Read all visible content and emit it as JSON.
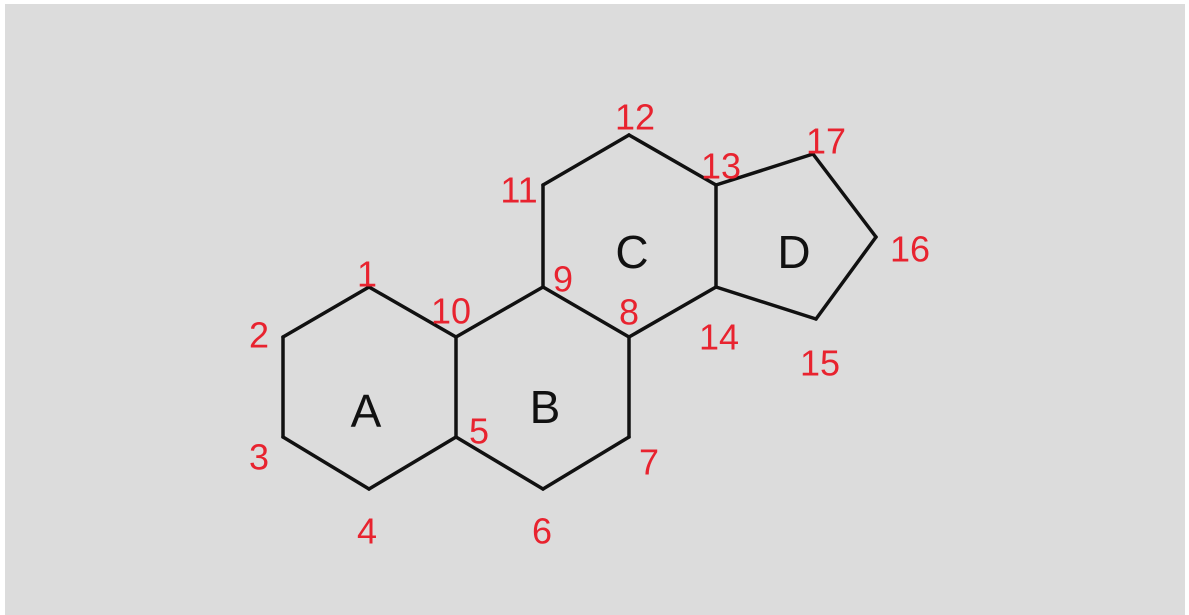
{
  "diagram": {
    "colors": {
      "background": "#dcdcdc",
      "bond": "#111111",
      "number": "#e8232f",
      "ring_label": "#111111"
    },
    "atoms": [
      {
        "id": "1",
        "label": "1"
      },
      {
        "id": "2",
        "label": "2"
      },
      {
        "id": "3",
        "label": "3"
      },
      {
        "id": "4",
        "label": "4"
      },
      {
        "id": "5",
        "label": "5"
      },
      {
        "id": "6",
        "label": "6"
      },
      {
        "id": "7",
        "label": "7"
      },
      {
        "id": "8",
        "label": "8"
      },
      {
        "id": "9",
        "label": "9"
      },
      {
        "id": "10",
        "label": "10"
      },
      {
        "id": "11",
        "label": "11"
      },
      {
        "id": "12",
        "label": "12"
      },
      {
        "id": "13",
        "label": "13"
      },
      {
        "id": "14",
        "label": "14"
      },
      {
        "id": "15",
        "label": "15"
      },
      {
        "id": "16",
        "label": "16"
      },
      {
        "id": "17",
        "label": "17"
      }
    ],
    "bonds": [
      [
        "1",
        "2"
      ],
      [
        "2",
        "3"
      ],
      [
        "3",
        "4"
      ],
      [
        "4",
        "5"
      ],
      [
        "5",
        "10"
      ],
      [
        "10",
        "1"
      ],
      [
        "5",
        "6"
      ],
      [
        "6",
        "7"
      ],
      [
        "7",
        "8"
      ],
      [
        "8",
        "9"
      ],
      [
        "9",
        "10"
      ],
      [
        "9",
        "11"
      ],
      [
        "11",
        "12"
      ],
      [
        "12",
        "13"
      ],
      [
        "13",
        "14"
      ],
      [
        "14",
        "8"
      ],
      [
        "13",
        "17"
      ],
      [
        "17",
        "16"
      ],
      [
        "16",
        "15"
      ],
      [
        "15",
        "14"
      ]
    ],
    "rings": [
      {
        "id": "A",
        "label": "A"
      },
      {
        "id": "B",
        "label": "B"
      },
      {
        "id": "C",
        "label": "C"
      },
      {
        "id": "D",
        "label": "D"
      }
    ]
  }
}
